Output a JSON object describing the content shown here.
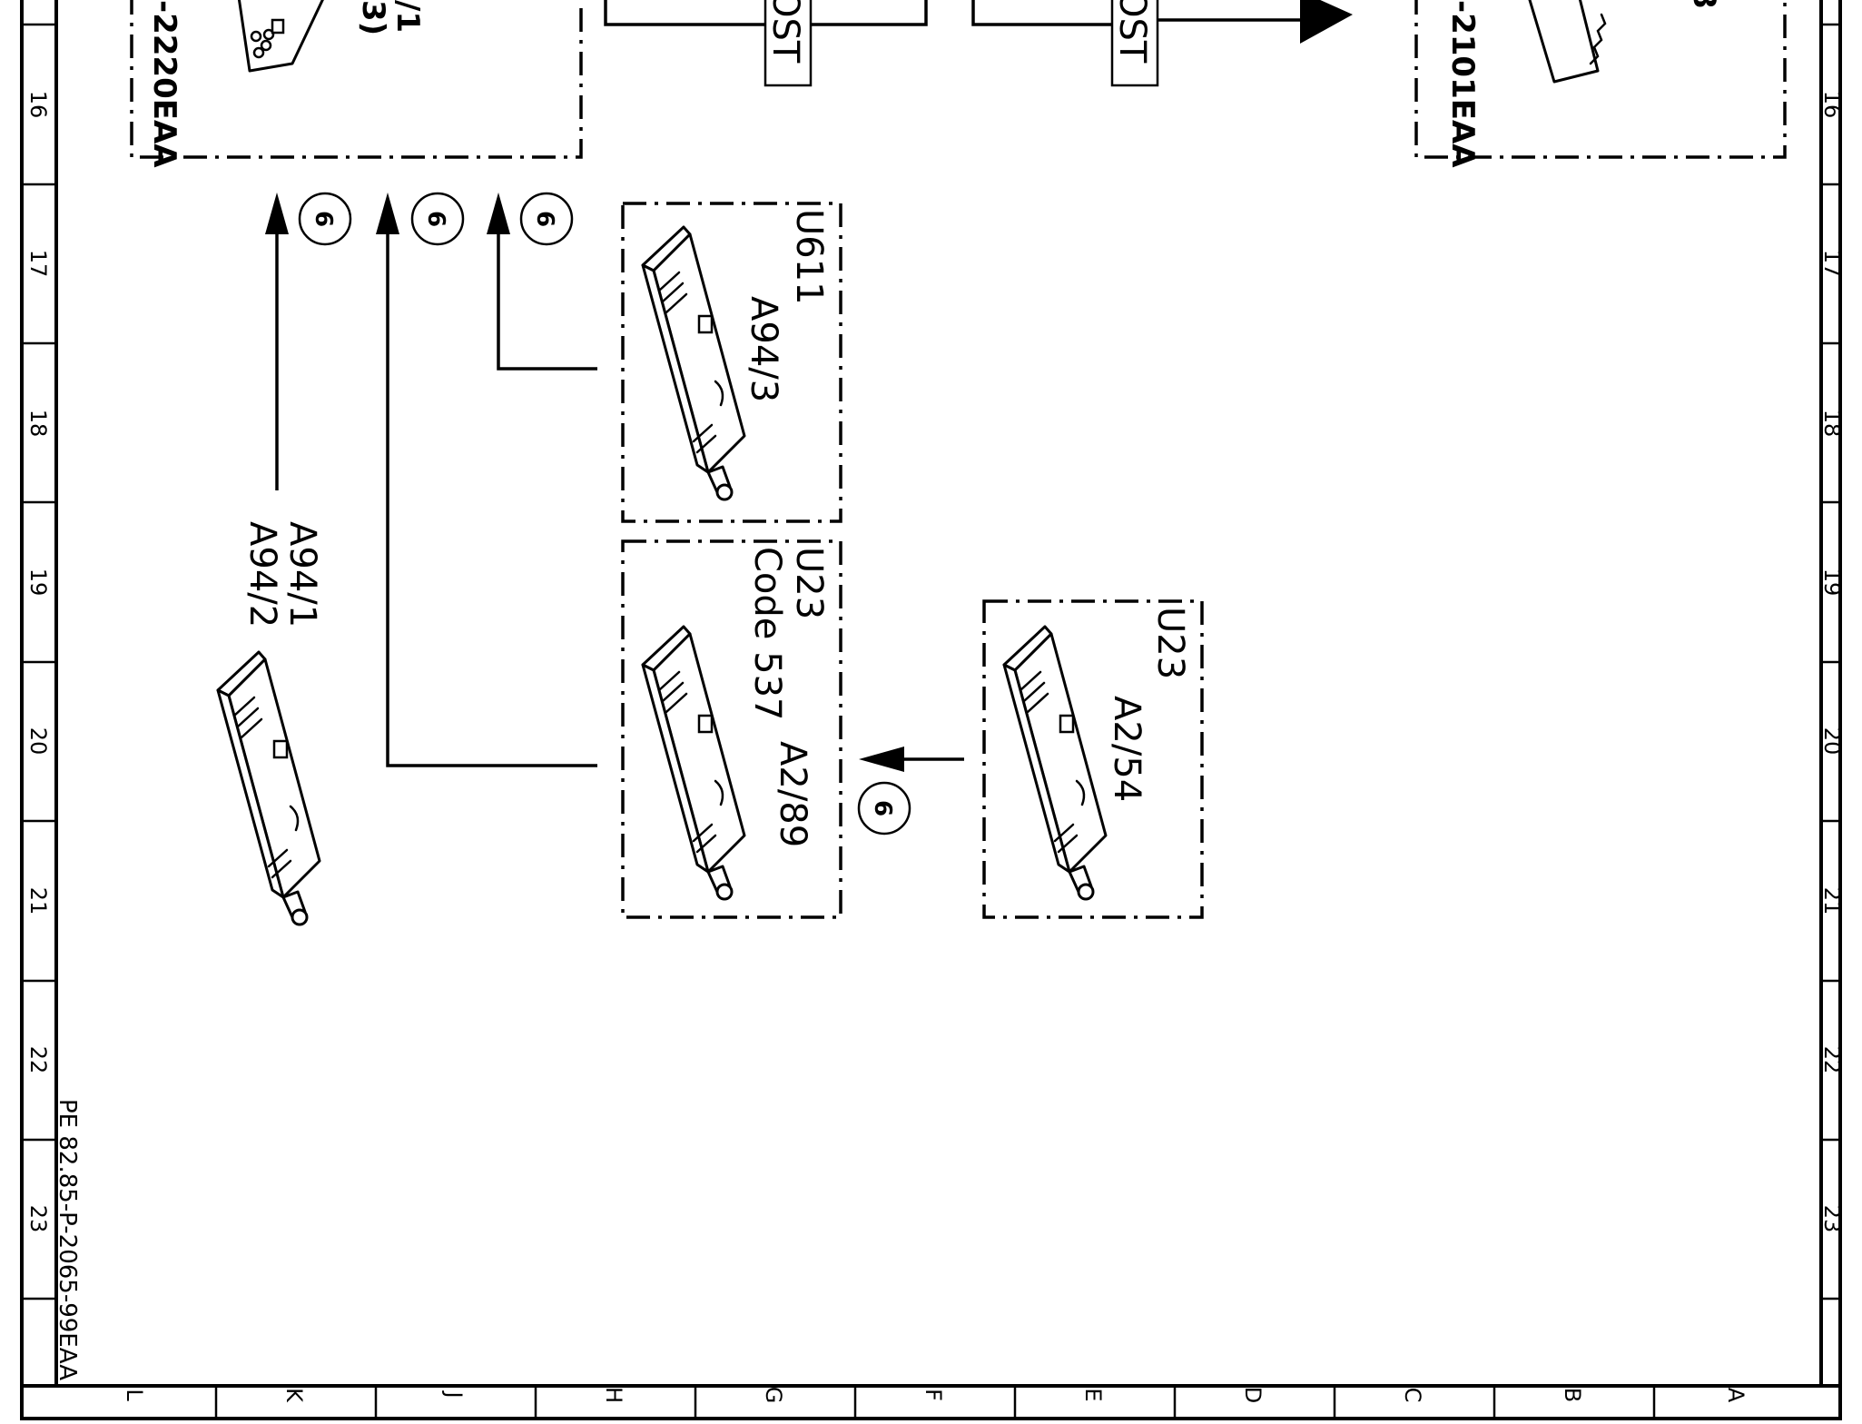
{
  "sheet": {
    "row_labels": [
      "16",
      "17",
      "18",
      "19",
      "20",
      "21",
      "22",
      "23"
    ],
    "column_labels": [
      "L",
      "K",
      "J",
      "H",
      "G",
      "F",
      "E",
      "D",
      "C",
      "B",
      "A"
    ],
    "drawing_number": "PE 82.85-P-2065-99EAA"
  },
  "top_left_box": {
    "ref_text": "-2220EAA",
    "partial_line_1": "/1",
    "partial_line_2": "3)"
  },
  "top_right_box": {
    "ref_text": "-2101EAA",
    "partial_char": "8"
  },
  "top_banners": [
    {
      "text": "OST"
    },
    {
      "text": "OST"
    }
  ],
  "step_marker": "6",
  "modules": {
    "u611": {
      "title": "U611",
      "part": "A94/3"
    },
    "u23_code537": {
      "title": "U23",
      "code": "Code  537",
      "part": "A2/89"
    },
    "u23_right": {
      "title": "U23",
      "part": "A2/54"
    },
    "loose": {
      "part_1": "A94/1",
      "part_2": "A94/2"
    }
  }
}
